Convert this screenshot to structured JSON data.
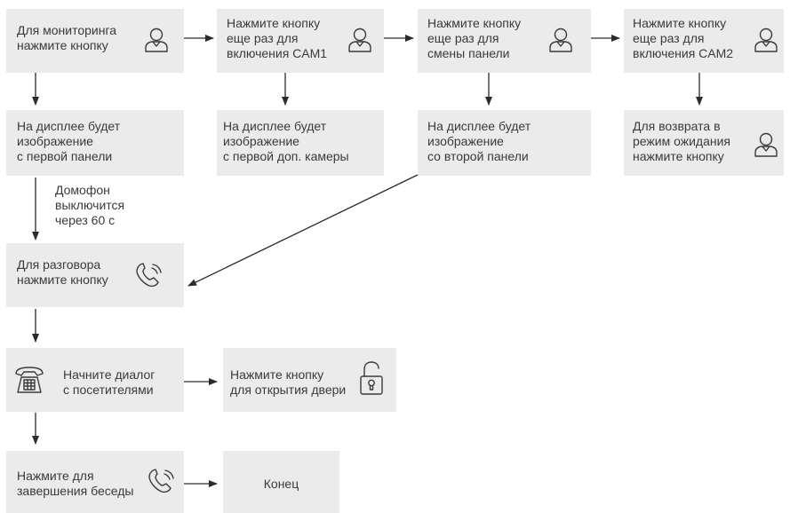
{
  "boxes": {
    "monitor": "Для мониторинга\nнажмите кнопку",
    "cam1": "Нажмите кнопку\nеще раз для\nвключения CAM1",
    "switch_panel": "Нажмите кнопку\nеще раз для\nсмены панели",
    "cam2": "Нажмите кнопку\nеще раз для\nвключения CAM2",
    "first_panel": "На дисплее будет\nизображение\nс первой панели",
    "first_cam": "На дисплее будет\nизображение\nс первой доп. камеры",
    "second_panel": "На дисплее будет\nизображение\nсо второй панели",
    "standby": "Для возврата в\nрежим ожидания\nнажмите кнопку",
    "talk": "Для разговора\nнажмите кнопку",
    "dialog": "Начните диалог\nс посетителями",
    "open_door": "Нажмите кнопку\nдля открытия двери",
    "finish": "Нажмите для\nзавершения беседы",
    "end": "Конец"
  },
  "note": "Домофон\nвыключится\nчерез 60 с",
  "icons": {
    "person": "person-icon",
    "handset": "handset-icon",
    "desk_phone": "desk-phone-icon",
    "lock": "unlock-icon"
  },
  "colors": {
    "box": "#ebebeb",
    "text": "#3a3a3a",
    "arrow": "#2b2b2b"
  }
}
